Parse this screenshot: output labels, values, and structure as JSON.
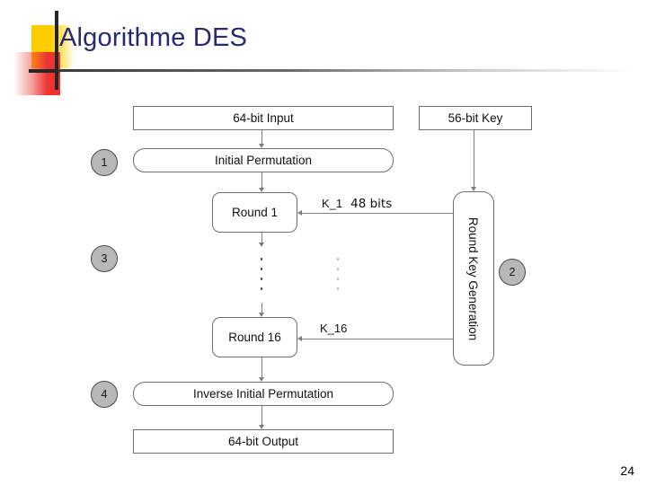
{
  "slide": {
    "title": "Algorithme DES",
    "page_number": "24"
  },
  "diagram": {
    "nodes": {
      "input": "64-bit Input",
      "initial_permutation": "Initial Permutation",
      "round_1": "Round 1",
      "round_16": "Round 16",
      "inverse_initial_permutation": "Inverse Initial Permutation",
      "output": "64-bit Output",
      "key": "56-bit Key",
      "round_key_generation": "Round Key Generation"
    },
    "edge_labels": {
      "k1": "K_1",
      "k1_bits": "48 bits",
      "k16": "K_16"
    },
    "badges": {
      "step1": "1",
      "step2": "2",
      "step3": "3",
      "step4": "4"
    },
    "ellipsis": "⋮"
  },
  "colors": {
    "title": "#2A2A6B",
    "deco_yellow": "#FFCC00",
    "deco_red": "#EE3333",
    "badge_fill": "#B8B8B8",
    "node_border": "#6E6E6E",
    "connector": "#7D7D7D"
  }
}
